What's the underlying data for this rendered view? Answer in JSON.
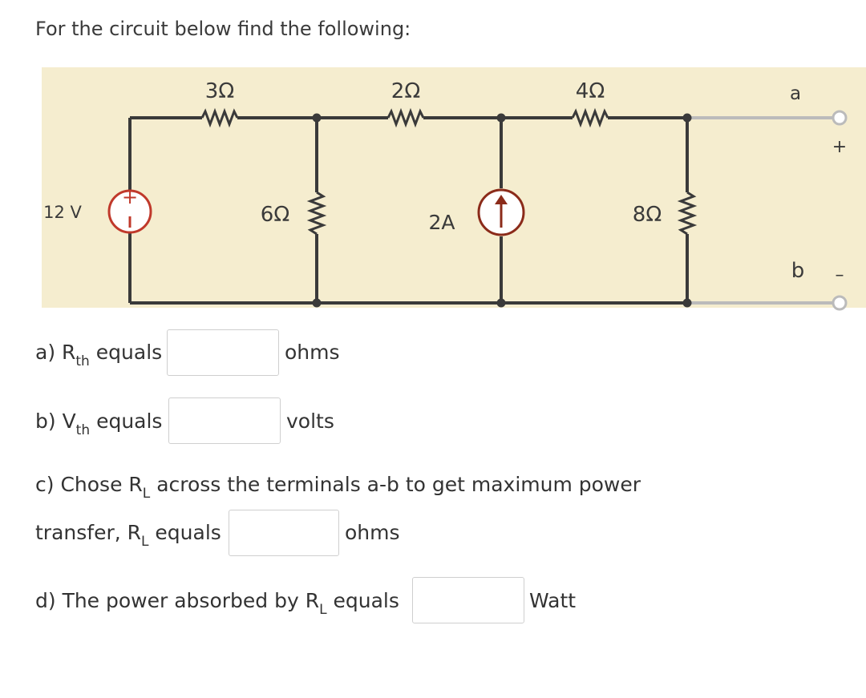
{
  "prompt": "For the circuit below find the following:",
  "circuit": {
    "r1": "3Ω",
    "r2": "2Ω",
    "r3": "4Ω",
    "r4": "6Ω",
    "r5": "8Ω",
    "source_v": "12 V",
    "source_i": "2A",
    "terminal_a": "a",
    "terminal_b": "b",
    "plus": "+",
    "minus": "–"
  },
  "questions": {
    "a": {
      "prefix": "a) R",
      "sub": "th",
      "suffix": " equals",
      "unit": "ohms"
    },
    "b": {
      "prefix": "b) V",
      "sub": "th",
      "suffix": " equals",
      "unit": "volts"
    },
    "c": {
      "line1_prefix": "c) Chose R",
      "line1_sub": "L",
      "line1_suffix": " across the terminals a-b to get maximum power",
      "line2_prefix": "transfer, R",
      "line2_sub": "L",
      "line2_suffix": " equals",
      "unit": "ohms"
    },
    "d": {
      "prefix": "d)  The power absorbed by R",
      "sub": "L",
      "suffix": " equals",
      "unit": "Watt"
    }
  },
  "colors": {
    "panel": "#f5edcf",
    "wire": "#3a3a3a",
    "source": "#c0392b"
  }
}
